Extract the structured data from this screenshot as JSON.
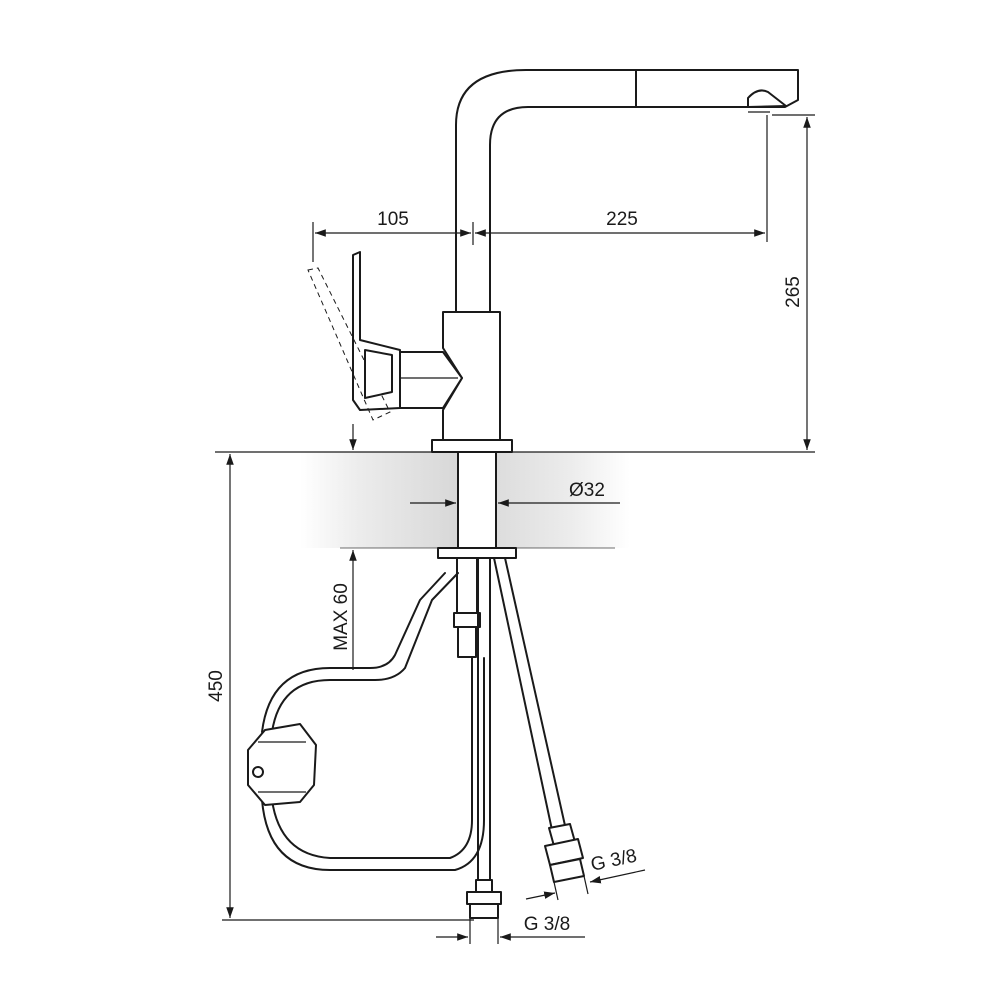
{
  "dimensions": {
    "handle_offset": "105",
    "spout_reach": "225",
    "height": "265",
    "hole_diameter": "Ø32",
    "max_deck_thickness": "MAX 60",
    "hose_length": "450",
    "inlet_thread_1": "G 3/8",
    "inlet_thread_2": "G 3/8"
  }
}
